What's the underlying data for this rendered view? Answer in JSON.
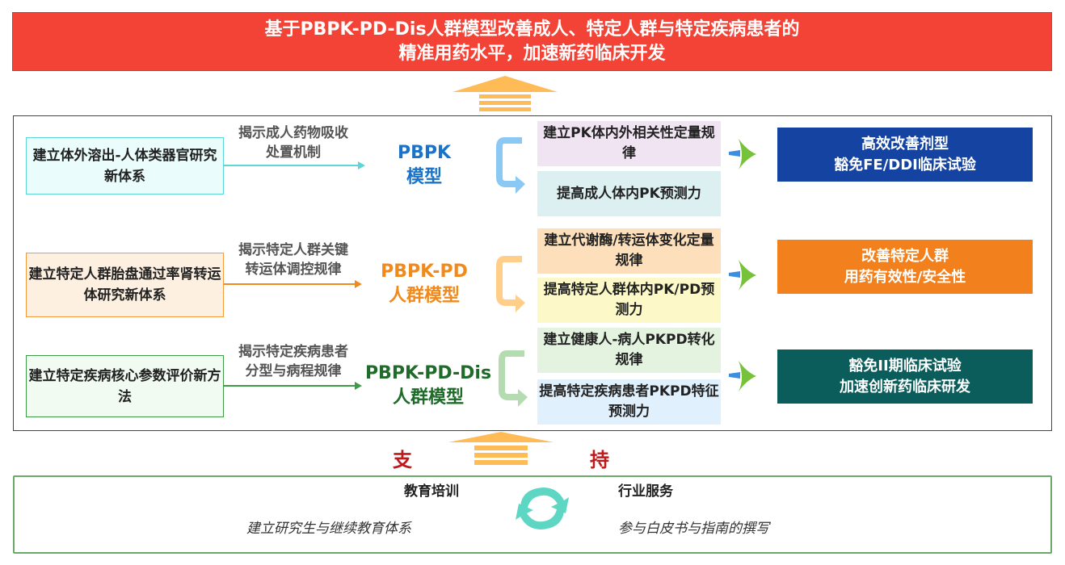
{
  "banner": {
    "line1": "基于PBPK-PD-Dis人群模型改善成人、特定人群与特定疾病患者的",
    "line2": "精准用药水平，加速新药临床开发"
  },
  "rows": [
    {
      "input": "建立体外溶出-人体类器官研究新体系",
      "mechanism_l1": "揭示成人药物吸收",
      "mechanism_l2": "处置机制",
      "model_l1": "PBPK",
      "model_l2": "模型",
      "step1": "建立PK体内外相关性定量规律",
      "step2": "提高成人体内PK预测力",
      "outcome_l1": "高效改善剂型",
      "outcome_l2": "豁免FE/DDI临床试验",
      "color": "#1a73c8"
    },
    {
      "input": "建立特定人群胎盘通过率肾转运体研究新体系",
      "mechanism_l1": "揭示特定人群关键",
      "mechanism_l2": "转运体调控规律",
      "model_l1": "PBPK-PD",
      "model_l2": "人群模型",
      "step1": "建立代谢酶/转运体变化定量规律",
      "step2": "提高特定人群体内PK/PD预测力",
      "outcome_l1": "改善特定人群",
      "outcome_l2": "用药有效性/安全性",
      "color": "#f08a1c"
    },
    {
      "input": "建立特定疾病核心参数评价新方法",
      "mechanism_l1": "揭示特定疾病患者",
      "mechanism_l2": "分型与病程规律",
      "model_l1": "PBPK-PD-Dis",
      "model_l2": "人群模型",
      "step1": "建立健康人-病人PKPD转化规律",
      "step2": "提高特定疾病患者PKPD特征预测力",
      "outcome_l1": "豁免II期临床试验",
      "outcome_l2": "加速创新药临床研发",
      "color": "#1e6b2a"
    }
  ],
  "support": {
    "left": "支",
    "right": "持"
  },
  "bottom": {
    "edu_title": "教育培训",
    "edu_desc": "建立研究生与继续教育体系",
    "svc_title": "行业服务",
    "svc_desc": "参与白皮书与指南的撰写"
  }
}
